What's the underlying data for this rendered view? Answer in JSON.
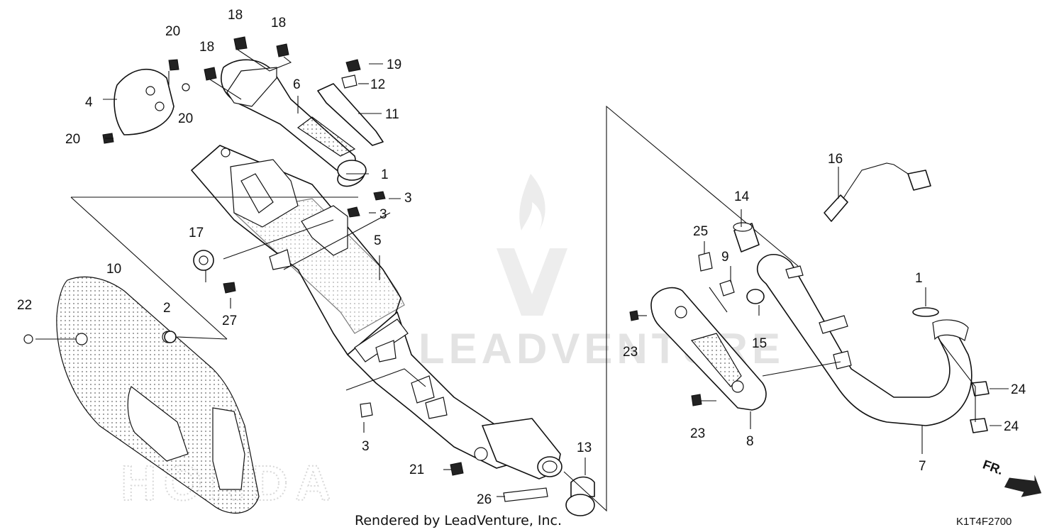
{
  "callouts": [
    {
      "id": "c1a",
      "label": "1"
    },
    {
      "id": "c1b",
      "label": "1"
    },
    {
      "id": "c2",
      "label": "2"
    },
    {
      "id": "c3a",
      "label": "3"
    },
    {
      "id": "c3b",
      "label": "3"
    },
    {
      "id": "c3c",
      "label": "3"
    },
    {
      "id": "c4",
      "label": "4"
    },
    {
      "id": "c5",
      "label": "5"
    },
    {
      "id": "c6",
      "label": "6"
    },
    {
      "id": "c7",
      "label": "7"
    },
    {
      "id": "c8",
      "label": "8"
    },
    {
      "id": "c9",
      "label": "9"
    },
    {
      "id": "c10",
      "label": "10"
    },
    {
      "id": "c11",
      "label": "11"
    },
    {
      "id": "c12",
      "label": "12"
    },
    {
      "id": "c13",
      "label": "13"
    },
    {
      "id": "c14",
      "label": "14"
    },
    {
      "id": "c15",
      "label": "15"
    },
    {
      "id": "c16",
      "label": "16"
    },
    {
      "id": "c17",
      "label": "17"
    },
    {
      "id": "c18a",
      "label": "18"
    },
    {
      "id": "c18b",
      "label": "18"
    },
    {
      "id": "c18c",
      "label": "18"
    },
    {
      "id": "c19",
      "label": "19"
    },
    {
      "id": "c20a",
      "label": "20"
    },
    {
      "id": "c20b",
      "label": "20"
    },
    {
      "id": "c20c",
      "label": "20"
    },
    {
      "id": "c21",
      "label": "21"
    },
    {
      "id": "c22",
      "label": "22"
    },
    {
      "id": "c23a",
      "label": "23"
    },
    {
      "id": "c23b",
      "label": "23"
    },
    {
      "id": "c24a",
      "label": "24"
    },
    {
      "id": "c24b",
      "label": "24"
    },
    {
      "id": "c25",
      "label": "25"
    },
    {
      "id": "c26",
      "label": "26"
    },
    {
      "id": "c27",
      "label": "27"
    }
  ],
  "footer": {
    "rendered_by": "Rendered by LeadVenture, Inc.",
    "diagram_code": "K1T4F2700",
    "direction": "FR."
  },
  "watermark": {
    "text": "LEADVENTURE",
    "brand": "HONDA"
  },
  "colors": {
    "line": "#111111",
    "watermark": "#e3e3e3",
    "background": "#ffffff"
  }
}
